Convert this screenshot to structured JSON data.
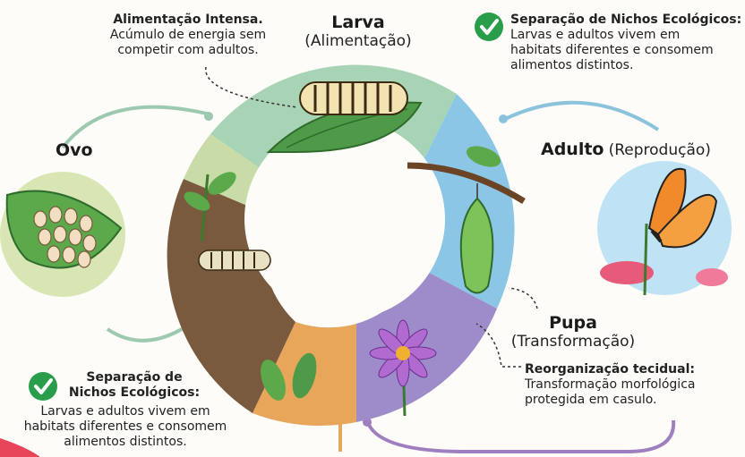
{
  "stages": {
    "larva": {
      "title": "Larva",
      "subtitle": "(Alimentação)"
    },
    "ovo": {
      "title": "Ovo"
    },
    "adulto": {
      "title": "Adulto",
      "subtitle": "(Reprodução)"
    },
    "pupa": {
      "title": "Pupa",
      "subtitle": "(Transformação)"
    }
  },
  "notes": {
    "larva": {
      "heading": "Alimentação Intensa.",
      "line1": "Acúmulo de energia sem",
      "line2": "competir com adultos."
    },
    "adult_niche": {
      "heading": "Separação de Nichos Ecológicos:",
      "line1": "Larvas e adultos vivem em",
      "line2": "habitats diferentes e consomem",
      "line3": "alimentos distintos."
    },
    "pupa": {
      "heading": "Reorganização tecidual:",
      "line1": "Transformação morfológica",
      "line2": "protegida em casulo."
    },
    "egg_niche": {
      "heading1": "Separação de",
      "heading2": "Nichos Ecológicos:",
      "line1": "Larvas e adultos vivem em",
      "line2": "habitats diferentes e consomem",
      "line3": "alimentos distintos."
    }
  },
  "colors": {
    "check": "#2a9d4b",
    "arc_green": "#9cc9b0",
    "arc_blue": "#8cc3dc",
    "arc_orange": "#e3a95e",
    "arc_purple": "#a07fc0",
    "egg_leaf_bg": "#d8e6b4",
    "butterfly_bg": "#bfe3f4"
  }
}
